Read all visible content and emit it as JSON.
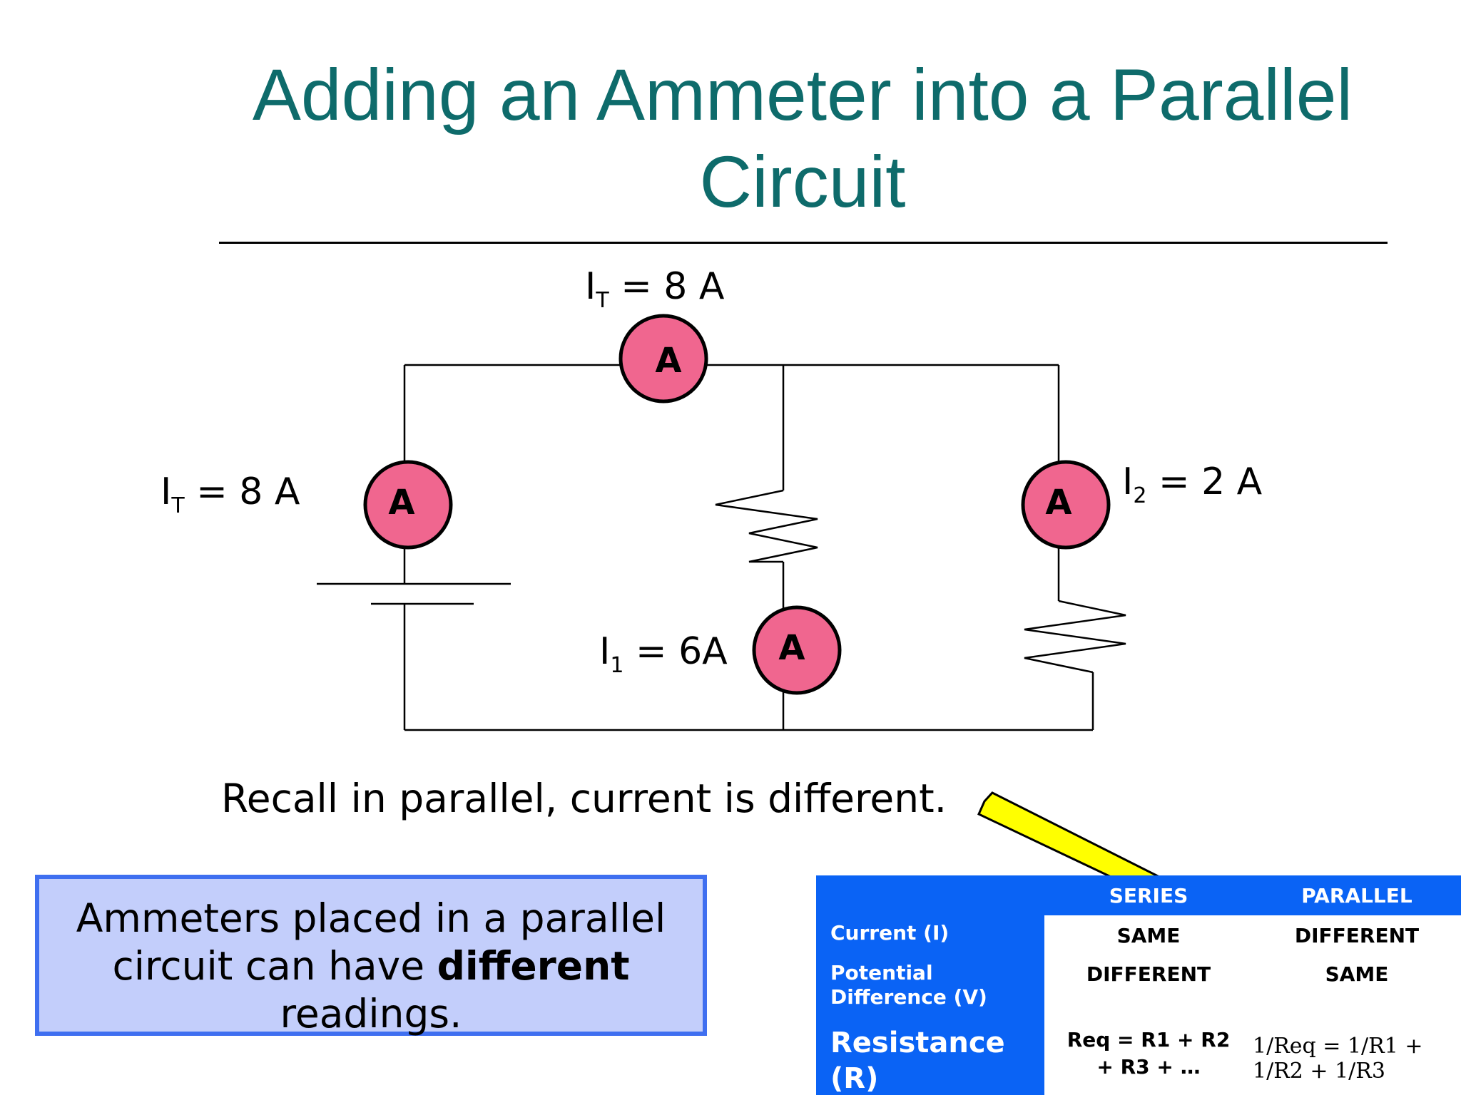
{
  "slide": {
    "title": "Adding an Ammeter into a Parallel Circuit",
    "recall_text": "Recall in parallel, current is different.",
    "callout": {
      "pre": "Ammeters placed in a parallel circuit can have ",
      "bold": "different",
      "post": " readings."
    }
  },
  "circuit": {
    "meter_letter": "A",
    "labels": {
      "top": {
        "sym": "I",
        "sub": "T",
        "text": " = 8 A"
      },
      "left": {
        "sym": "I",
        "sub": "T",
        "text": " = 8 A"
      },
      "right": {
        "sym": "I",
        "sub": "2",
        "text": " = 2 A"
      },
      "middle": {
        "sym": "I",
        "sub": "1",
        "text": " = 6A"
      }
    },
    "colors": {
      "meter_fill": "#f0668f",
      "wire": "#000000",
      "arrow_fill": "#ffff00"
    }
  },
  "table": {
    "headers": {
      "series": "SERIES",
      "parallel": "PARALLEL"
    },
    "rows": [
      {
        "label": "Current (I)",
        "series": "SAME",
        "parallel": "DIFFERENT"
      },
      {
        "label": "Potential Difference (V)",
        "series": "DIFFERENT",
        "parallel": "SAME"
      },
      {
        "label": "Resistance (R)",
        "series": "Req = R1 + R2 + R3 + …",
        "parallel": "1/Req = 1/R1 + 1/R2 + 1/R3"
      }
    ],
    "colors": {
      "header_bg": "#0a63f5"
    }
  }
}
